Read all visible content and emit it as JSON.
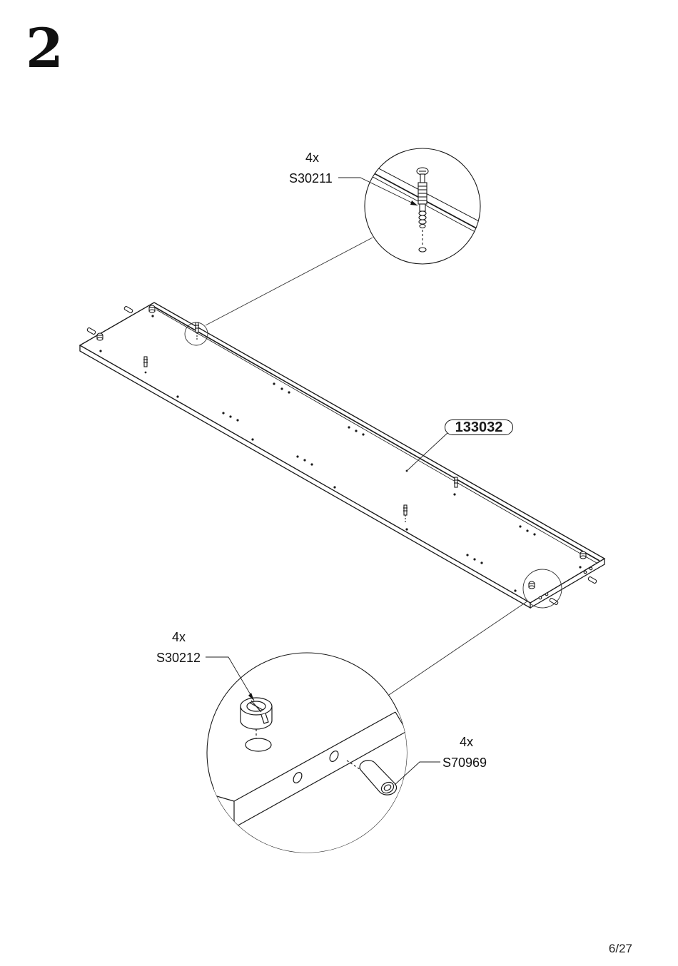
{
  "step": {
    "number": "2"
  },
  "parts": {
    "panel": {
      "code": "133032"
    },
    "cam_bolt": {
      "quantity": "4x",
      "code": "S30211"
    },
    "cam_lock": {
      "quantity": "4x",
      "code": "S30212"
    },
    "dowel": {
      "quantity": "4x",
      "code": "S70969"
    }
  },
  "page": {
    "indicator": "6/27"
  }
}
